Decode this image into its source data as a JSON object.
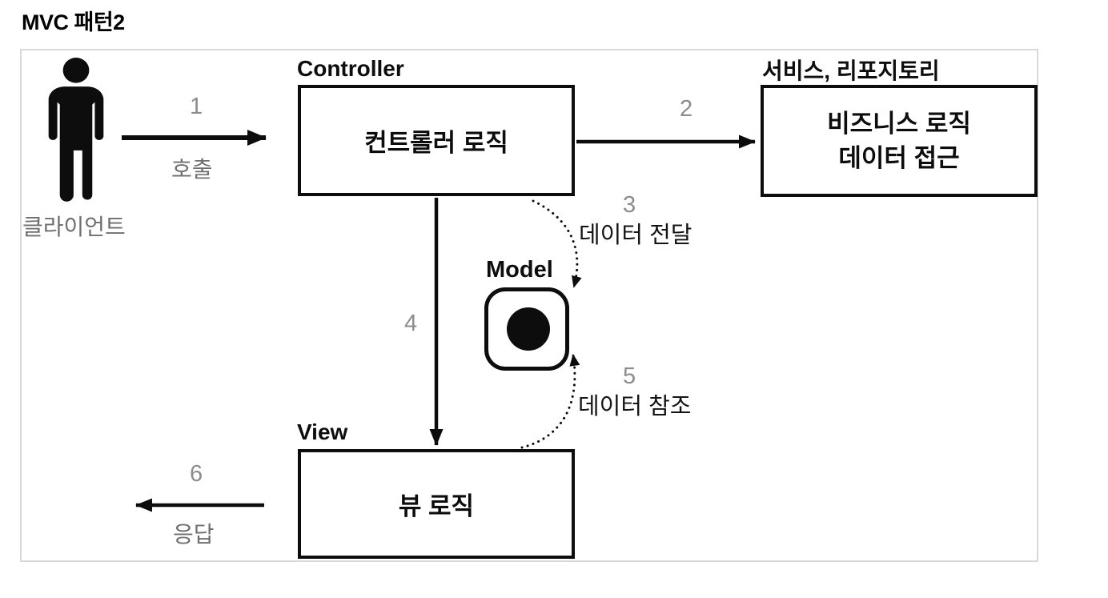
{
  "page": {
    "title": "MVC 패턴2"
  },
  "client": {
    "label": "클라이언트"
  },
  "controller": {
    "title": "Controller",
    "body": "컨트롤러 로직"
  },
  "service": {
    "title": "서비스, 리포지토리",
    "line1": "비즈니스 로직",
    "line2": "데이터 접근"
  },
  "model": {
    "title": "Model"
  },
  "view": {
    "title": "View",
    "body": "뷰 로직"
  },
  "steps": {
    "s1": {
      "num": "1",
      "label": "호출"
    },
    "s2": {
      "num": "2"
    },
    "s3": {
      "num": "3",
      "label": "데이터 전달"
    },
    "s4": {
      "num": "4"
    },
    "s5": {
      "num": "5",
      "label": "데이터 참조"
    },
    "s6": {
      "num": "6",
      "label": "응답"
    }
  },
  "colors": {
    "line": "#0d0d0d",
    "number_gray": "#8c8c8c",
    "label_gray": "#6f6f6f",
    "frame_border": "#d9d9d9",
    "background": "#ffffff"
  }
}
